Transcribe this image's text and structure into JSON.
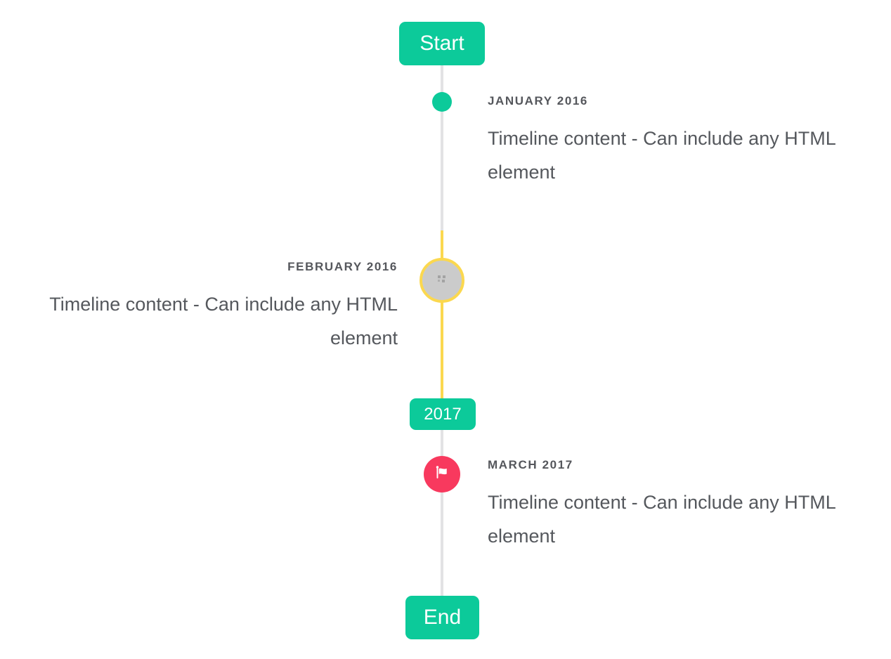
{
  "timeline": {
    "start_label": "Start",
    "end_label": "End",
    "year_badge": "2017",
    "items": [
      {
        "date": "JANUARY 2016",
        "content": "Timeline content - Can include any HTML element",
        "side": "right",
        "marker": "teal-dot"
      },
      {
        "date": "FEBRUARY 2016",
        "content": "Timeline content - Can include any HTML element",
        "side": "left",
        "marker": "gray-circle-broken-image"
      },
      {
        "date": "MARCH 2017",
        "content": "Timeline content - Can include any HTML element",
        "side": "right",
        "marker": "red-flag-circle"
      }
    ],
    "colors": {
      "accent_teal": "#0cca9a",
      "highlight_yellow": "#fbd84f",
      "flag_red": "#f8395e",
      "line_gray": "#e2e2e4",
      "circle_gray": "#cbcbcb",
      "heading_text": "#55575c",
      "body_text": "#55585d"
    }
  }
}
